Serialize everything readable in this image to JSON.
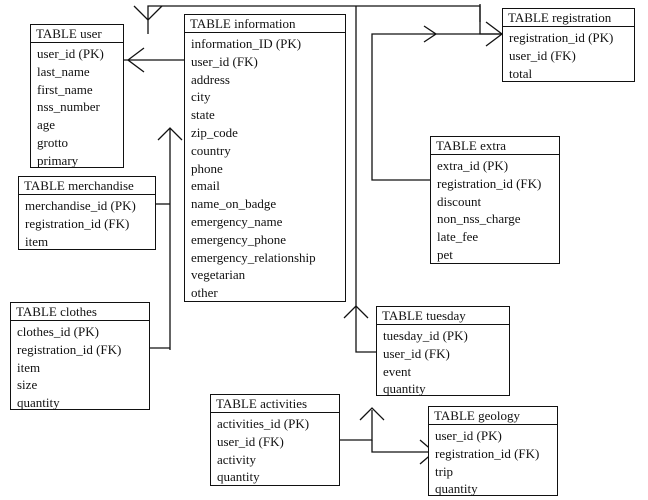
{
  "tables": {
    "user": {
      "title": "TABLE user",
      "fields": [
        "user_id (PK)",
        "last_name",
        "first_name",
        "nss_number",
        "age",
        "grotto",
        "primary"
      ]
    },
    "information": {
      "title": "TABLE information",
      "fields": [
        "information_ID (PK)",
        "user_id (FK)",
        "address",
        "city",
        "state",
        "zip_code",
        "country",
        "phone",
        "email",
        "name_on_badge",
        "emergency_name",
        "emergency_phone",
        "emergency_relationship",
        "vegetarian",
        "other"
      ]
    },
    "registration": {
      "title": "TABLE registration",
      "fields": [
        "registration_id (PK)",
        "user_id (FK)",
        "total"
      ]
    },
    "extra": {
      "title": "TABLE extra",
      "fields": [
        "extra_id (PK)",
        "registration_id (FK)",
        "discount",
        "non_nss_charge",
        "late_fee",
        "pet"
      ]
    },
    "merchandise": {
      "title": "TABLE merchandise",
      "fields": [
        "merchandise_id (PK)",
        "registration_id (FK)",
        "item"
      ]
    },
    "clothes": {
      "title": "TABLE clothes",
      "fields": [
        "clothes_id  (PK)",
        "registration_id (FK)",
        "item",
        "size",
        "quantity"
      ]
    },
    "tuesday": {
      "title": "TABLE tuesday",
      "fields": [
        "tuesday_id (PK)",
        "user_id (FK)",
        "event",
        "quantity"
      ]
    },
    "activities": {
      "title": "TABLE activities",
      "fields": [
        "activities_id (PK)",
        "user_id (FK)",
        "activity",
        "quantity"
      ]
    },
    "geology": {
      "title": "TABLE geology",
      "fields": [
        "user_id (PK)",
        "registration_id (FK)",
        "trip",
        "quantity"
      ]
    }
  }
}
